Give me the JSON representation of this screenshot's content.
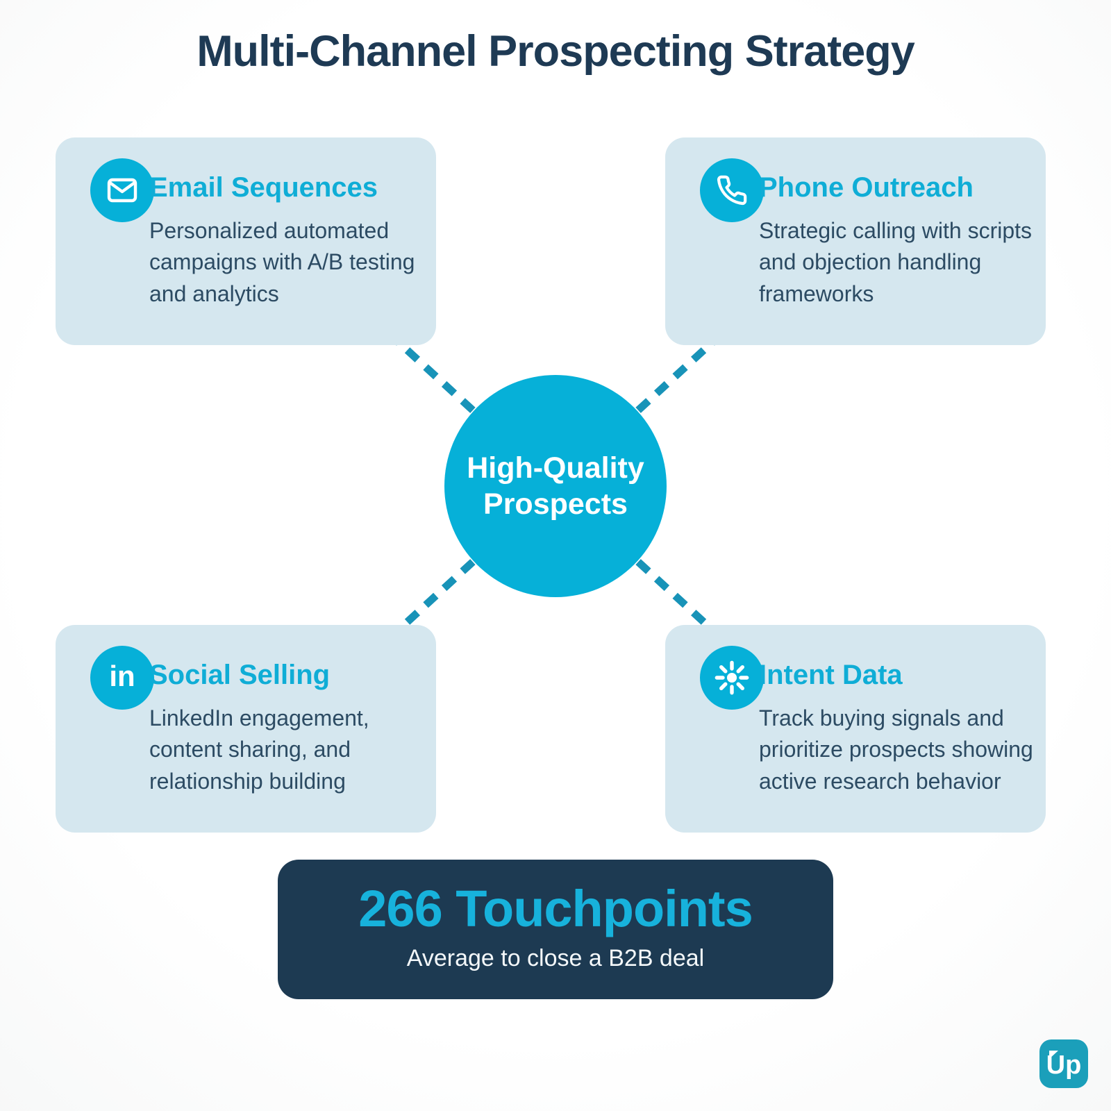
{
  "page": {
    "title": "Multi-Channel Prospecting Strategy"
  },
  "center": {
    "label": "High-Quality\nProspects"
  },
  "cards": [
    {
      "icon": "email-icon",
      "title": "Email Sequences",
      "description": "Personalized automated\ncampaigns with A/B testing\nand analytics"
    },
    {
      "icon": "phone-icon",
      "title": "Phone Outreach",
      "description": "Strategic calling with scripts\nand objection handling\nframeworks"
    },
    {
      "icon": "linkedin-icon",
      "title": "Social Selling",
      "description": "LinkedIn engagement,\ncontent sharing, and\nrelationship building"
    },
    {
      "icon": "intent-signals-icon",
      "title": "Intent Data",
      "description": "Track buying signals and\nprioritize prospects showing\nactive research behavior"
    }
  ],
  "stat_banner": {
    "value": "266 Touchpoints",
    "caption": "Average to close a B2B deal"
  },
  "logo": {
    "text": "Up"
  },
  "colors": {
    "accent_cyan": "#06b0d8",
    "heading_cyan": "#0fadd6",
    "dark_navy": "#1d3a52",
    "card_background": "#d5e7ef",
    "connector_teal": "#1893b8",
    "body_text": "#2c4b63",
    "logo_teal": "#1b9fba"
  }
}
